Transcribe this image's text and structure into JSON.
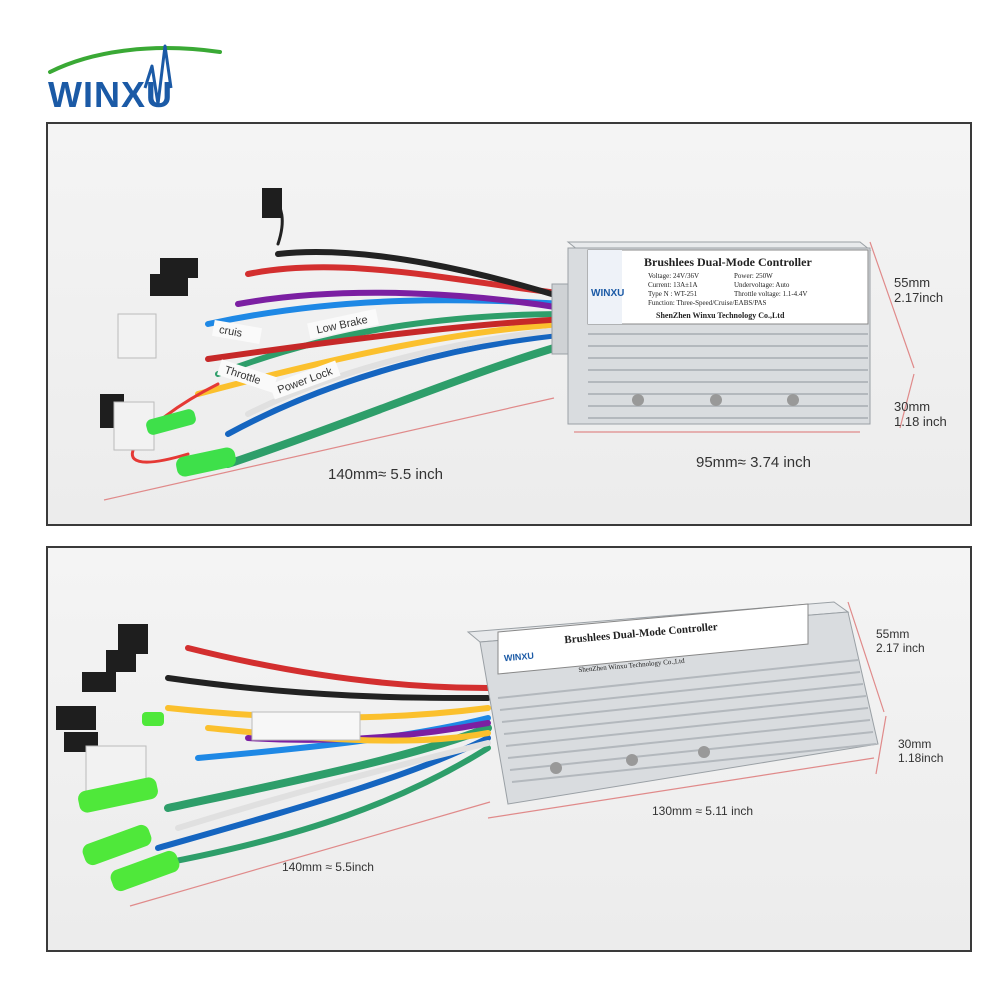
{
  "brand": {
    "name": "WINXU"
  },
  "top_panel": {
    "product_label": {
      "title": "Brushlees Dual-Mode Controller",
      "brand_mark": "WINXU",
      "lines": [
        "Voltage: 24V/36V",
        "Power: 250W",
        "Current: 13A±1A",
        "Undervoltage: Auto",
        "Type N : WT-251",
        "Throttle voltage: 1.1-4.4V",
        "Function: Three-Speed/Cruise/EABS/PAS"
      ],
      "maker": "ShenZhen Winxu Technology Co.,Ltd"
    },
    "wire_tags": [
      "Low Brake",
      "cruis",
      "Throttle",
      "Power Lock"
    ],
    "dims": {
      "height_mm": "55mm",
      "height_in": "2.17inch",
      "depth_mm": "30mm",
      "depth_in": "1.18 inch",
      "length": "95mm≈ 3.74 inch",
      "cable": "140mm≈ 5.5 inch"
    }
  },
  "bottom_panel": {
    "product_label": {
      "title": "Brushlees Dual-Mode Controller",
      "brand_mark": "WINXU",
      "maker": "ShenZhen Winxu Technology Co.,Ltd"
    },
    "dims": {
      "height_mm": "55mm",
      "height_in": "2.17 inch",
      "depth_mm": "30mm",
      "depth_in": "1.18inch",
      "length": "130mm ≈ 5.11 inch",
      "cable": "140mm ≈ 5.5inch"
    }
  },
  "colors": {
    "brand_blue": "#1b5aa6",
    "brand_green": "#3aa935",
    "dimension_line": "#e08a8a",
    "housing": "#d9dcdf"
  }
}
